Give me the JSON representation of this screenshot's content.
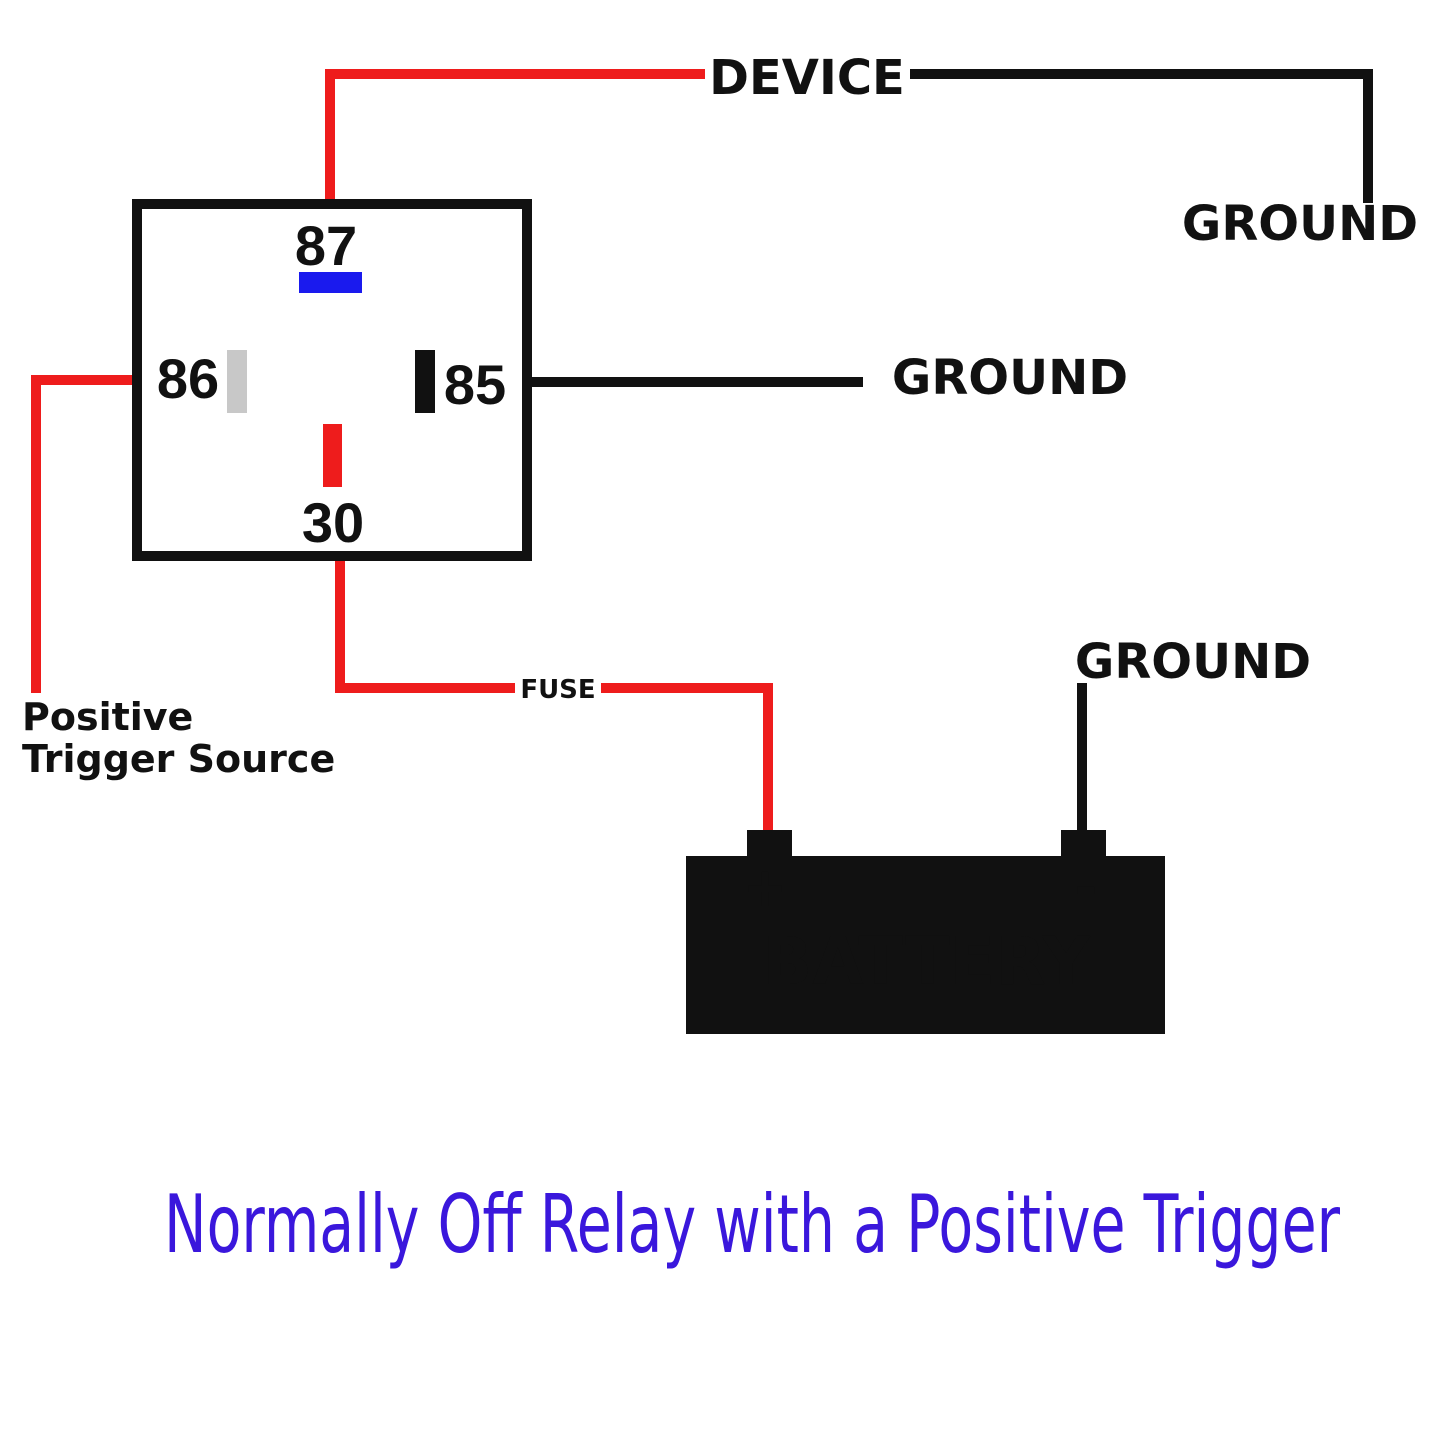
{
  "colors": {
    "wire_positive": "#ee1c1c",
    "wire_ground": "#111111",
    "pin_87": "#1a1aee",
    "pin_86": "#c8c8c8",
    "pin_85": "#111111",
    "pin_30": "#ee1c1c",
    "battery_body": "#111111",
    "battery_text": "#f2f2f2",
    "caption": "#3a17dc"
  },
  "relay": {
    "pins": {
      "p87": "87",
      "p86": "86",
      "p85": "85",
      "p30": "30"
    }
  },
  "labels": {
    "device": "DEVICE",
    "ground_top": "GROUND",
    "ground_relay": "GROUND",
    "ground_battery": "GROUND",
    "fuse": "FUSE",
    "trigger_line1": "Positive",
    "trigger_line2": "Trigger Source"
  },
  "battery": {
    "title": "BATTERY",
    "positive": "+",
    "negative": "-"
  },
  "caption": "Normally Off Relay with a Positive Trigger"
}
